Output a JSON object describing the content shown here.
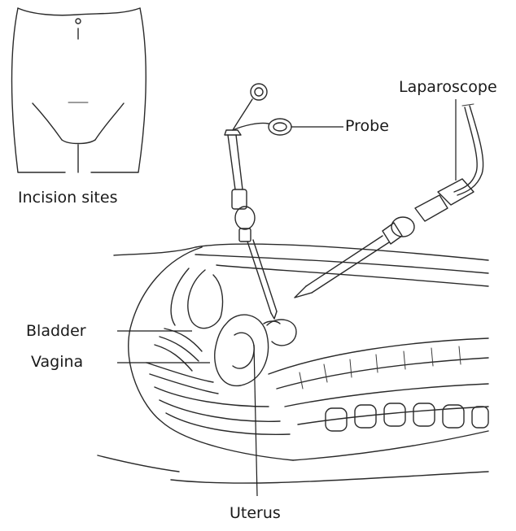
{
  "labels": {
    "incision_sites": "Incision sites",
    "probe": "Probe",
    "laparoscope": "Laparoscope",
    "bladder": "Bladder",
    "vagina": "Vagina",
    "uterus": "Uterus"
  }
}
